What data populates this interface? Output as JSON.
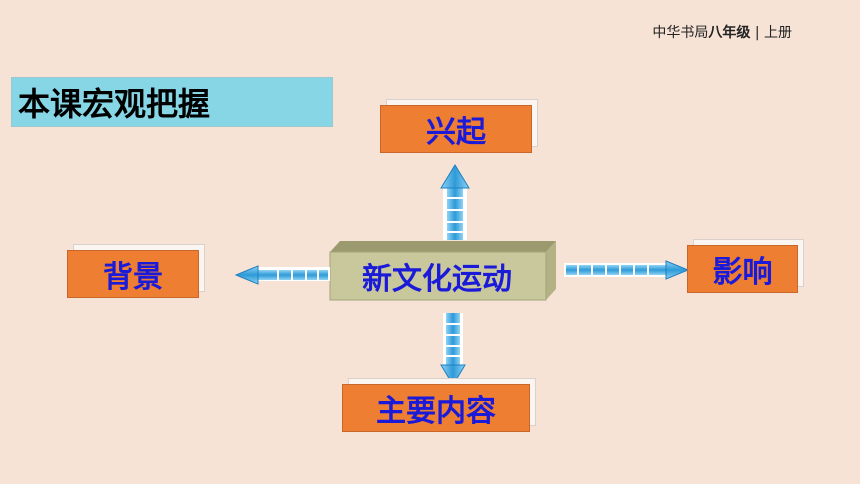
{
  "header": {
    "publisher": "中华书局",
    "grade": "八年级",
    "separator": " | ",
    "volume": "上册"
  },
  "title": "本课宏观把握",
  "diagram": {
    "center": "新文化运动",
    "top": "兴起",
    "left": "背景",
    "right": "影响",
    "bottom": "主要内容"
  },
  "colors": {
    "background": "#f7e2d6",
    "title_bg": "#86d6e6",
    "node_bg": "#ee7e32",
    "node_text": "#1a1ad8",
    "center_bg": "#c8c89c",
    "arrow": "#3fa9e0"
  }
}
